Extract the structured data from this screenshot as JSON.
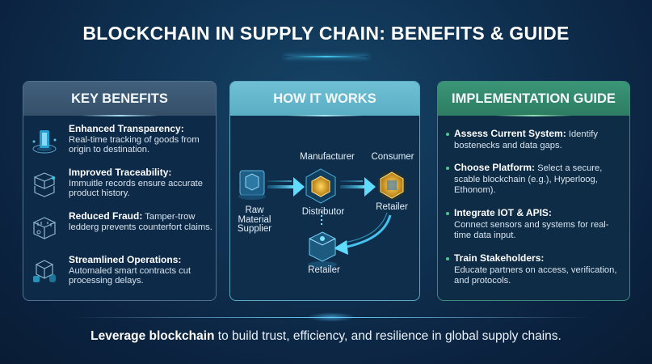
{
  "title": "BLOCKCHAIN IN SUPPLY CHAIN: BENEFITS & GUIDE",
  "colors": {
    "background": "#0f3050",
    "key_benefits_header": "#3b5873",
    "how_it_works_header": "#63b7cc",
    "implementation_header": "#33886b",
    "accent_cyan": "#42c8f0",
    "bullet_green": "#4fc78d",
    "node_gold": "#e0a92a"
  },
  "key_benefits": {
    "header": "KEY BENEFITS",
    "items": [
      {
        "icon": "transparency-cube-icon",
        "title": "Enhanced Transparency:",
        "text": "Real-time tracking of goods from origin to destination."
      },
      {
        "icon": "stacked-blocks-icon",
        "title": "Improved Traceability:",
        "text": "Immuitle records ensure accurate product history."
      },
      {
        "icon": "secure-box-icon",
        "title": "Reduced Fraud:",
        "text": "Tamper-trow ledderg prevents counterfort claims."
      },
      {
        "icon": "smart-contract-icon",
        "title": "Streamlined Operations:",
        "text": "Automaled smart contracts cut processing delays."
      }
    ]
  },
  "how_it_works": {
    "header": "HOW IT WORKS",
    "nodes": [
      {
        "label": "Raw Material Supplier",
        "icon": "raw-material-cube-icon"
      },
      {
        "label": "Manufacturer",
        "icon": "manufacturer-label"
      },
      {
        "label": "Distributor",
        "icon": "distributor-gold-cube-icon"
      },
      {
        "label": "Consumer",
        "icon": "consumer-label"
      },
      {
        "label": "Retailer",
        "icon": "retailer-gold-cube-icon"
      },
      {
        "label": "Retailer",
        "icon": "retailer-blue-cube-icon"
      }
    ],
    "labels": {
      "raw_line1": "Raw",
      "raw_line2": "Material",
      "raw_line3": "Supplier",
      "manufacturer": "Manufacturer",
      "consumer": "Consumer",
      "distributor": "Distributor",
      "retailer_top": "Retailer",
      "retailer_bottom": "Retailer"
    }
  },
  "implementation_guide": {
    "header": "IMPLEMENTATION GUIDE",
    "items": [
      {
        "title": "Assess Current System:",
        "text": " Identify bostenecks and data gaps."
      },
      {
        "title": "Choose Platform:",
        "text": " Select a secure, scable blockchain (e.g.), Hyperloog, Ethonom)."
      },
      {
        "title": "Integrate IOT & APIS:",
        "text": " Connect sensors and systems for real-time data input."
      },
      {
        "title": "Train Stakeholders:",
        "text": " Educate partners on access, verification, and protocols."
      }
    ]
  },
  "footer": {
    "bold": "Leverage blockchain",
    "text": " to build trust, efficiency, and resilience in global supply chains."
  }
}
